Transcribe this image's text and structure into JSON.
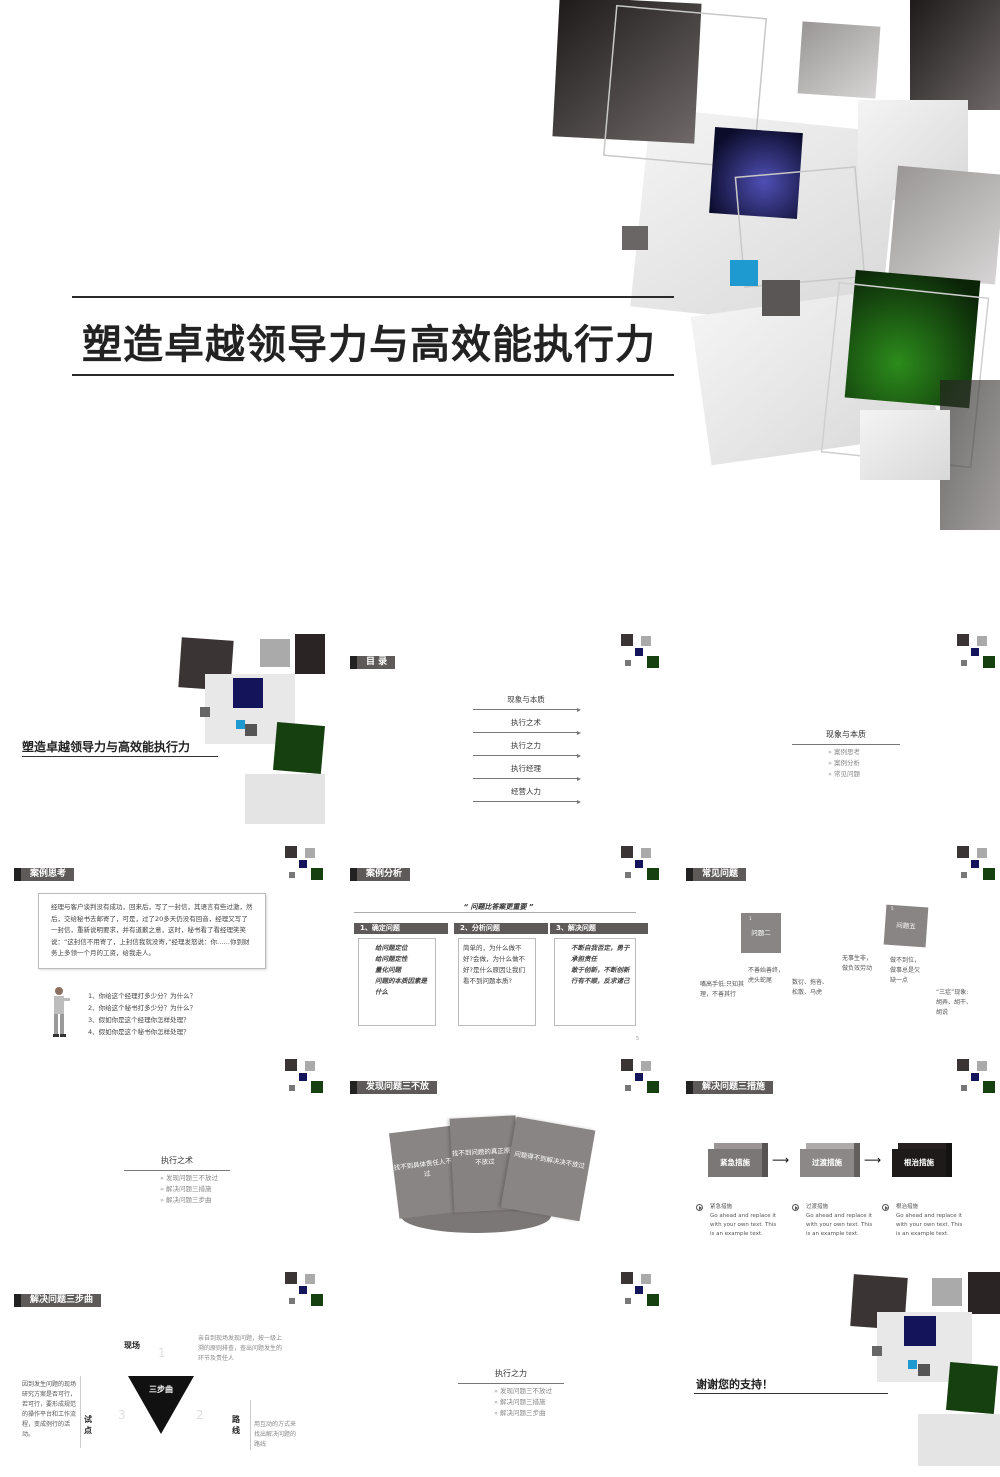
{
  "hero": {
    "title": "塑造卓越领导力与高效能执行力"
  },
  "slide1": {
    "title": "塑造卓越领导力与高效能执行力"
  },
  "slide2": {
    "tag": "目 录",
    "items": [
      "现象与本质",
      "执行之术",
      "执行之力",
      "执行经理",
      "经营人力"
    ]
  },
  "slide3": {
    "heading": "现象与本质",
    "items": [
      "案例思考",
      "案例分析",
      "常见问题"
    ]
  },
  "slide4": {
    "tag": "案例思考",
    "story": "经理与客户谈判没有成功，回来后，写了一封信，其语言有些过激，然后，交给秘书去邮寄了，可是，过了20多天仍没有回音，经理又写了一封信，重新说明要求，并有道歉之意，这时，秘书看了看经理笑笑说：“这封信不用寄了，上封信我就没寄，”经理发怒说：你……你到财务上多领一个月的工资，给我走人。",
    "questions": [
      "1、你给这个经理打多少分？为什么？",
      "2、你给这个秘书打多少分？为什么？",
      "3、假如你是这个经理你怎样处理？",
      "4、假如你是这个秘书你怎样处理？"
    ]
  },
  "slide5": {
    "tag": "案例分析",
    "headline": "“ 问题比答案更重要 ”",
    "columns": [
      {
        "head": "1、确定问题",
        "items": [
          "给问题定位",
          "给问题定性",
          "量化问题",
          "问题的本质因素是什么"
        ]
      },
      {
        "head": "2、分析问题",
        "text": "简单的，为什么做不好?会做，为什么做不好?是什么原因让我们看不到问题本质?"
      },
      {
        "head": "3、解决问题",
        "items": [
          "不断自我否定，勇于承担责任",
          "敢于创新，不断创新",
          "行有不顺，反求诸己"
        ]
      }
    ],
    "page": "5"
  },
  "slide6": {
    "tag": "常见问题",
    "card1": {
      "num": "1",
      "label": "问题二"
    },
    "card2": {
      "num": "5",
      "label": "问题五"
    },
    "texts": [
      "嘴高手低:只知其理，不善其行",
      "不善始善终，虎头蛇尾",
      "数衍、拖沓、松散、马虎",
      "无事生非，做负效劳动",
      "做不到位，做事总是欠缺一点",
      "“三症”现象:胡弄、胡干、胡说"
    ]
  },
  "slide7": {
    "heading": "执行之术",
    "items": [
      "发现问题三不放过",
      "解决问题三措施",
      "解决问题三步曲"
    ]
  },
  "slide8": {
    "tag": "发现问题三不放",
    "cards": [
      "找不到具体责任人不放过",
      "找不到问题的真正原因不放过",
      "问题得不到解决决不放过"
    ]
  },
  "slide9": {
    "tag": "解决问题三措施",
    "cubes": [
      "紧急措施",
      "过渡措施",
      "根治措施"
    ],
    "cube_colors": [
      "#7c7777",
      "#8c8888",
      "#1e1a1a"
    ],
    "steps": [
      {
        "title": "紧急措施",
        "desc": "Go ahead and replace it with your own text. This is an example text."
      },
      {
        "title": "过渡措施",
        "desc": "Go ahead and replace it with your own text. This is an example text."
      },
      {
        "title": "根治措施",
        "desc": "Go ahead and replace it with your own text. This is an example text."
      }
    ]
  },
  "slide10": {
    "tag": "解决问题三步曲",
    "center": "三步曲",
    "labels": [
      "现场",
      "试点",
      "路线"
    ],
    "nums": [
      "1",
      "2",
      "3"
    ],
    "texts": [
      "亲自到现场发现问题，按一级上溯的原则排查，查出问题发生的环节及责任人",
      "因到发生问题的现场研究方案是否可行，若可行，要形成规范的操作平台和工作流程，变成例行的活动。",
      "用互动的方式来找出解决问题的路线"
    ]
  },
  "slide11": {
    "heading": "执行之力",
    "items": [
      "发现问题三不放过",
      "解决问题三措施",
      "解决问题三步曲"
    ]
  },
  "slide12": {
    "title": "谢谢您的支持！"
  }
}
